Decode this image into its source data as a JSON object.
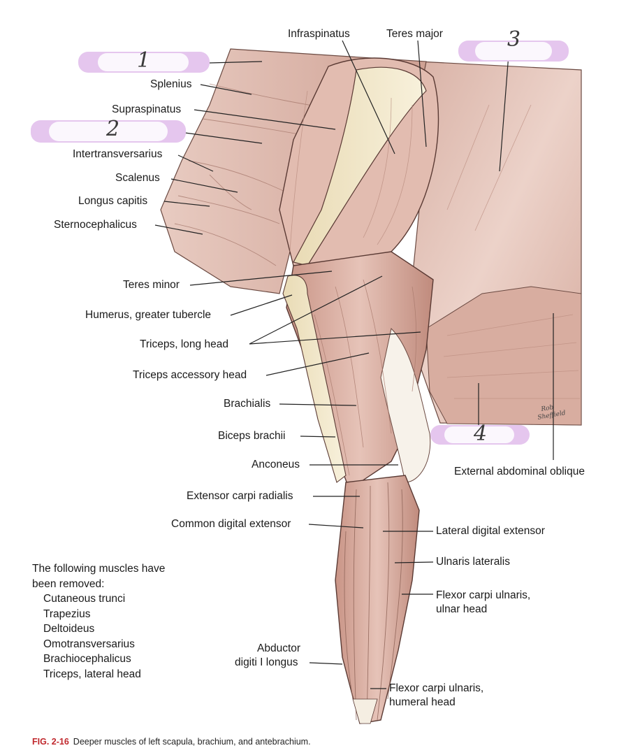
{
  "colors": {
    "muscle_base": "#e3c1b6",
    "muscle_dark": "#c99d91",
    "muscle_light": "#f1ddd6",
    "tendon": "#f6efe2",
    "bone": "#f2e6c7",
    "outline": "#5a3a34",
    "highlight_blob": "#e3c2ec",
    "caption_red": "#c0282d"
  },
  "labels": {
    "infraspinatus": "Infraspinatus",
    "teres_major": "Teres major",
    "splenius": "Splenius",
    "supraspinatus": "Supraspinatus",
    "intertransversarius": "Intertransversarius",
    "scalenus": "Scalenus",
    "longus_capitis": "Longus capitis",
    "sternocephalicus": "Sternocephalicus",
    "teres_minor": "Teres minor",
    "humerus_greater_tubercle": "Humerus, greater tubercle",
    "triceps_long_head": "Triceps, long head",
    "triceps_accessory_head": "Triceps accessory head",
    "brachialis": "Brachialis",
    "biceps_brachii": "Biceps brachii",
    "anconeus": "Anconeus",
    "extensor_carpi_radialis": "Extensor carpi radialis",
    "common_digital_extensor": "Common digital extensor",
    "lateral_digital_extensor": "Lateral digital extensor",
    "ulnaris_lateralis": "Ulnaris lateralis",
    "flexor_carpi_ulnaris_ulnar_1": "Flexor carpi ulnaris,",
    "flexor_carpi_ulnaris_ulnar_2": "ulnar head",
    "abductor_1": "Abductor",
    "abductor_2": "digiti I longus",
    "flexor_carpi_ulnaris_humeral_1": "Flexor carpi ulnaris,",
    "flexor_carpi_ulnaris_humeral_2": "humeral head",
    "external_abdominal_oblique": "External abdominal oblique"
  },
  "handwritten": {
    "n1": "1",
    "n2": "2",
    "n3": "3",
    "n4": "4"
  },
  "removed_note": {
    "heading_1": "The following muscles have",
    "heading_2": "been removed:",
    "items": [
      "Cutaneous trunci",
      "Trapezius",
      "Deltoideus",
      "Omotransversarius",
      "Brachiocephalicus",
      "Triceps, lateral head"
    ]
  },
  "caption": {
    "figure_number": "FIG. 2-16",
    "text": "Deeper muscles of left scapula, brachium, and antebrachium."
  }
}
